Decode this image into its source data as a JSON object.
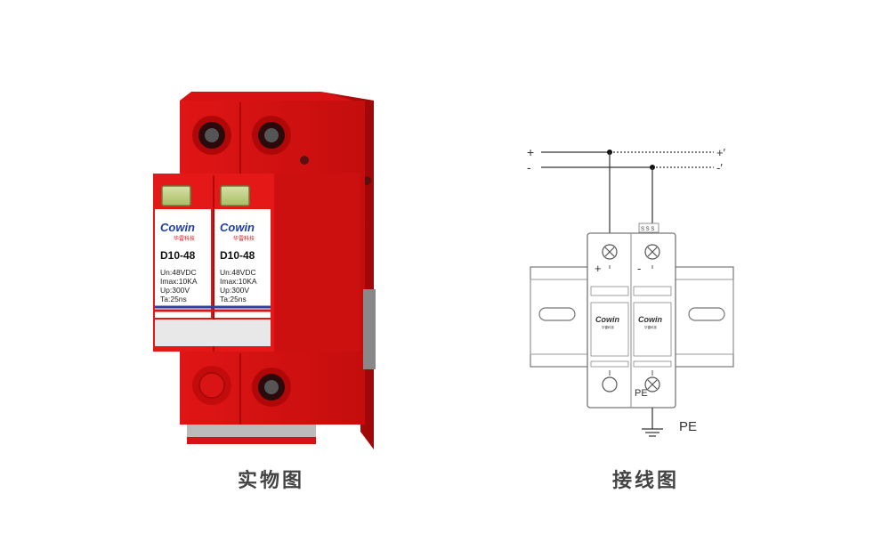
{
  "product": {
    "brand": "Cowin",
    "brand_sub": "华雷科技",
    "modules": [
      {
        "model": "D10-48",
        "specs": [
          "Un:48VDC",
          "Imax:10KA",
          "Up:300V",
          "Ta:25ns"
        ]
      },
      {
        "model": "D10-48",
        "specs": [
          "Un:48VDC",
          "Imax:10KA",
          "Up:300V",
          "Ta:25ns"
        ]
      }
    ]
  },
  "wiring": {
    "line_plus_in": "+",
    "line_minus_in": "-",
    "line_plus_out": "+′",
    "line_minus_out": "-′",
    "term_plus": "+",
    "term_minus": "-",
    "status_label": "S S S",
    "pe_inner": "PE",
    "pe_ground": "PE",
    "brand": "Cowin",
    "brand_sub": "华雷科技"
  },
  "captions": {
    "left": "实物图",
    "right": "接线图"
  }
}
